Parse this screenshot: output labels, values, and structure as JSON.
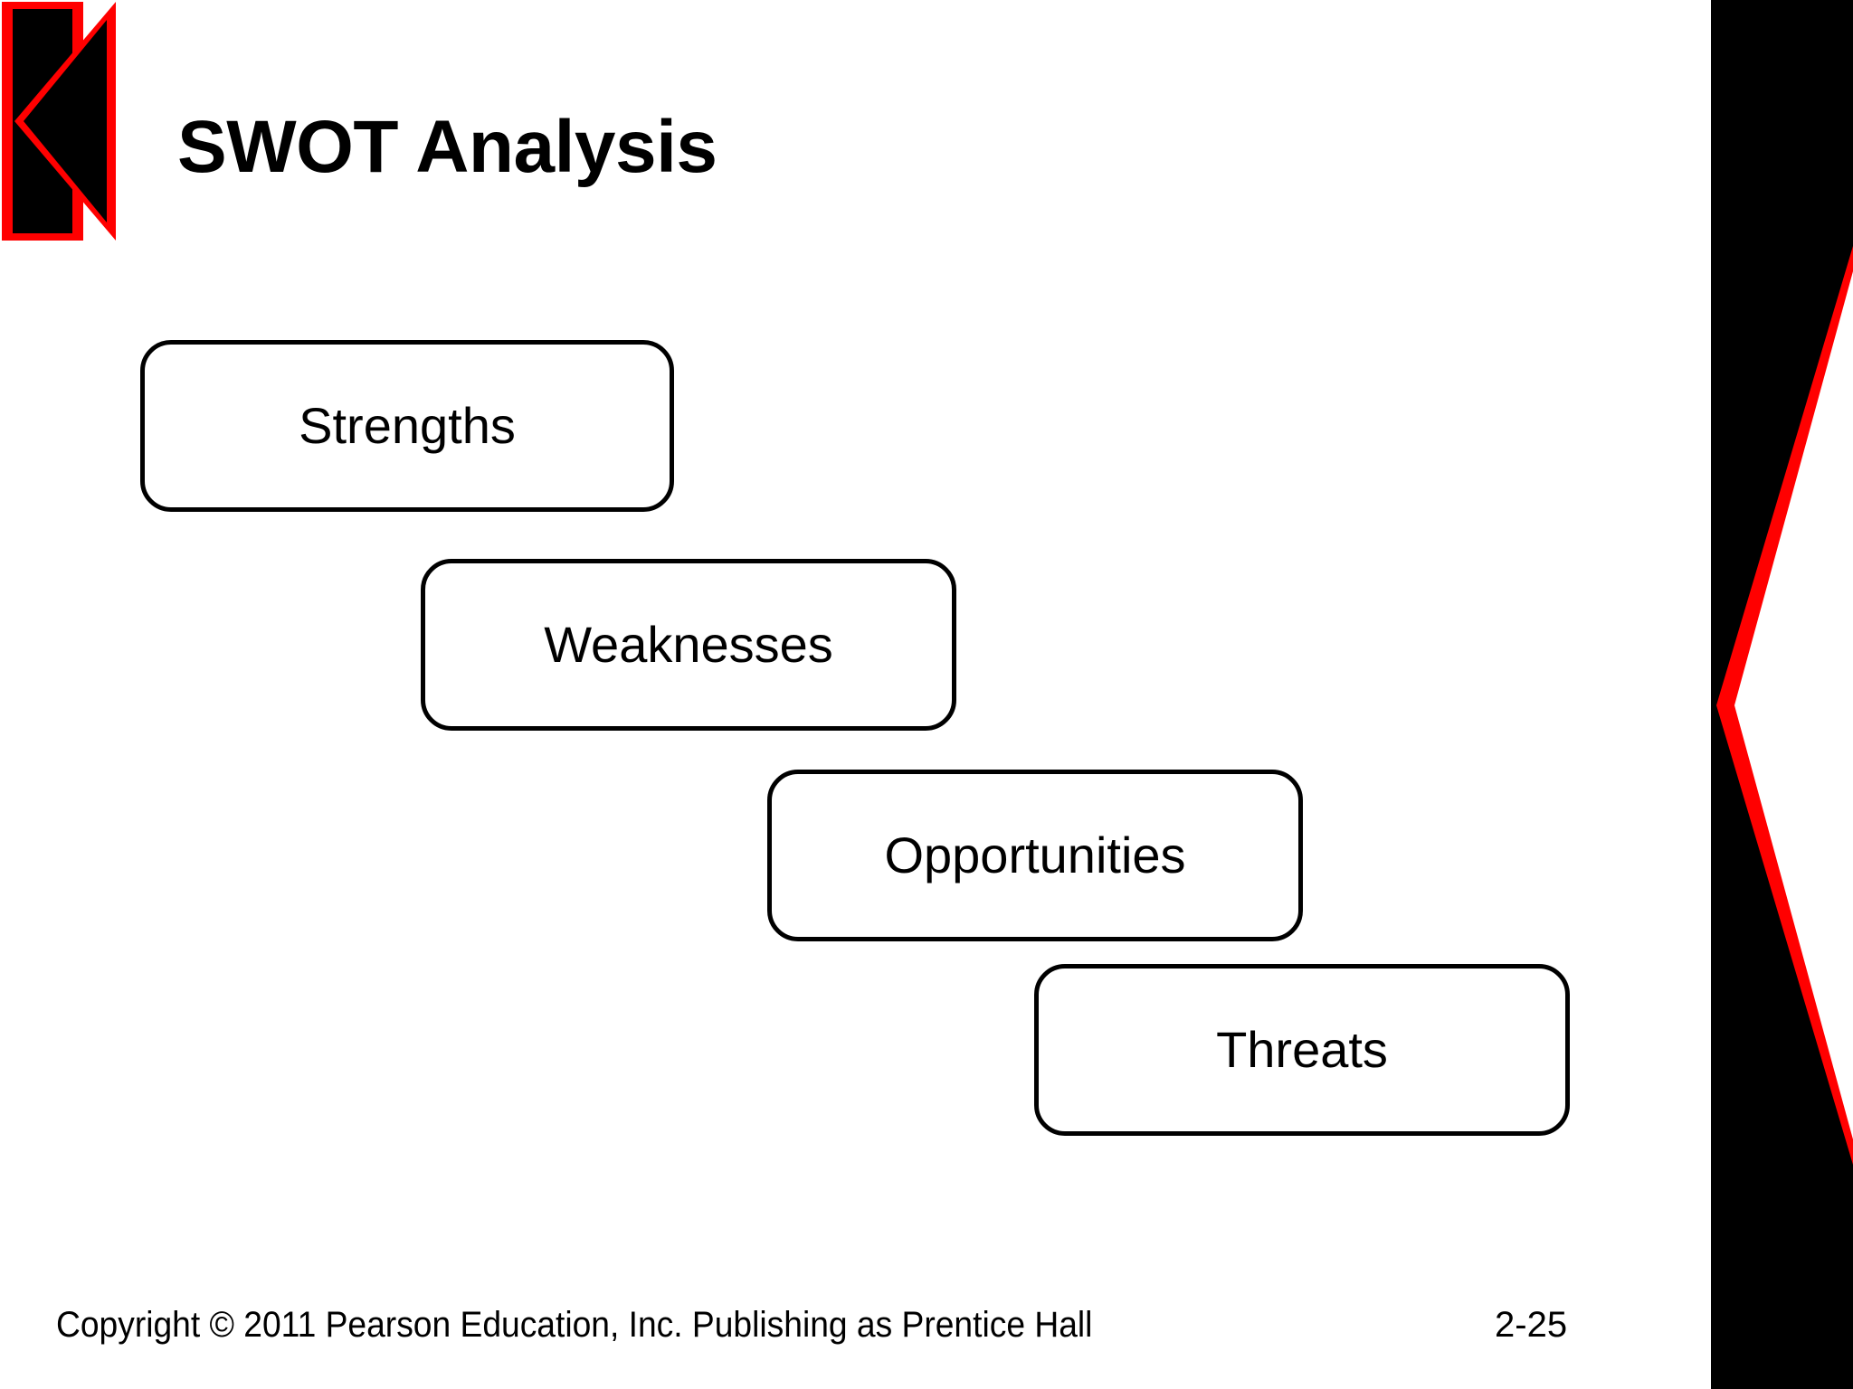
{
  "slide": {
    "title": "SWOT Analysis",
    "background_color": "#ffffff",
    "accent_color": "#ff0000",
    "ink_color": "#000000"
  },
  "logo": {
    "name": "k-logo",
    "bar_color": "#000000",
    "outline_color": "#ff0000"
  },
  "diagram": {
    "type": "staircase",
    "boxes": [
      {
        "label": "Strengths",
        "name": "strengths"
      },
      {
        "label": "Weaknesses",
        "name": "weaknesses"
      },
      {
        "label": "Opportunities",
        "name": "opportunities"
      },
      {
        "label": "Threats",
        "name": "threats"
      }
    ]
  },
  "decoration": {
    "band_color": "#000000",
    "chevron_fill": "#ffffff",
    "chevron_outline": "#ff0000"
  },
  "footer": {
    "copyright": "Copyright © 2011 Pearson Education, Inc.  Publishing as Prentice Hall",
    "page_number": "2-25"
  }
}
